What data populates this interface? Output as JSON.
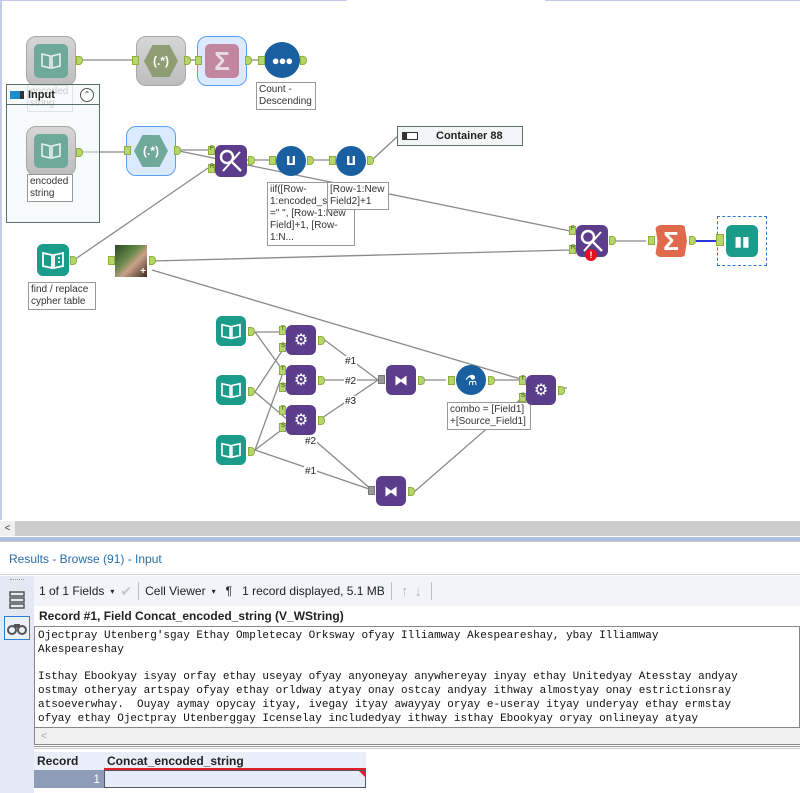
{
  "canvas": {
    "containers": {
      "input": {
        "title": "Input"
      },
      "container88": {
        "title": "Container 88"
      }
    },
    "annotations": {
      "faded_input": "encoded string",
      "input": "encoded string",
      "count_desc": "Count - Descending",
      "multirow1": "iif([Row-1:encoded_str\n=\" \", [Row-1:New Field]+1, [Row-1:N...",
      "multirow2": "[Row-1:New Field2]+1",
      "find_replace_cypher": "find / replace cypher table",
      "combo_formula": "combo = [Field1] +[Source_Field1]"
    },
    "connection_labels": [
      "#1",
      "#2",
      "#3",
      "#2",
      "#1"
    ],
    "anchor_labels": {
      "find": "F",
      "replace": "R",
      "target": "T",
      "source": "S"
    },
    "icons": {
      "regex": "(.*)",
      "sigma": "Σ",
      "error": "!"
    }
  },
  "results": {
    "title": "Results - Browse (91) - Input",
    "toolbar": {
      "fields": "1 of 1 Fields",
      "viewer": "Cell Viewer",
      "pilcrow": "¶",
      "status": "1 record displayed, 5.1 MB",
      "up": "↑",
      "down": "↓",
      "check": "✔",
      "dropdown": "▾"
    },
    "record_header": "Record #1, Field Concat_encoded_string (V_WString)",
    "cell_text": "Ojectpray Utenberg'sgay Ethay Ompletecay Orksway ofyay Illiamway Akespeareshay, ybay Illiamway\nAkespeareshay\n\nIsthay Ebookyay isyay orfay ethay useyay ofyay anyoneyay anywhereyay inyay ethay Unitedyay Atesstay andyay\nostmay otheryay artspay ofyay ethay orldway atyay onay ostcay andyay ithway almostyay onay estrictionsray\natsoeverwhay.  Ouyay aymay opycay ityay, ivegay ityay awayyay oryay e-useray ityay underyay ethay ermstay\nofyay ethay Ojectpray Utenberggay Icenselay includedyay ithway isthay Ebookyay oryay onlineyay atyay",
    "grid": {
      "headers": [
        "Record",
        "Concat_encoded_string"
      ],
      "rows": [
        {
          "record": "1",
          "value": ""
        }
      ]
    }
  },
  "scroll": {
    "left_arrow": "<"
  }
}
